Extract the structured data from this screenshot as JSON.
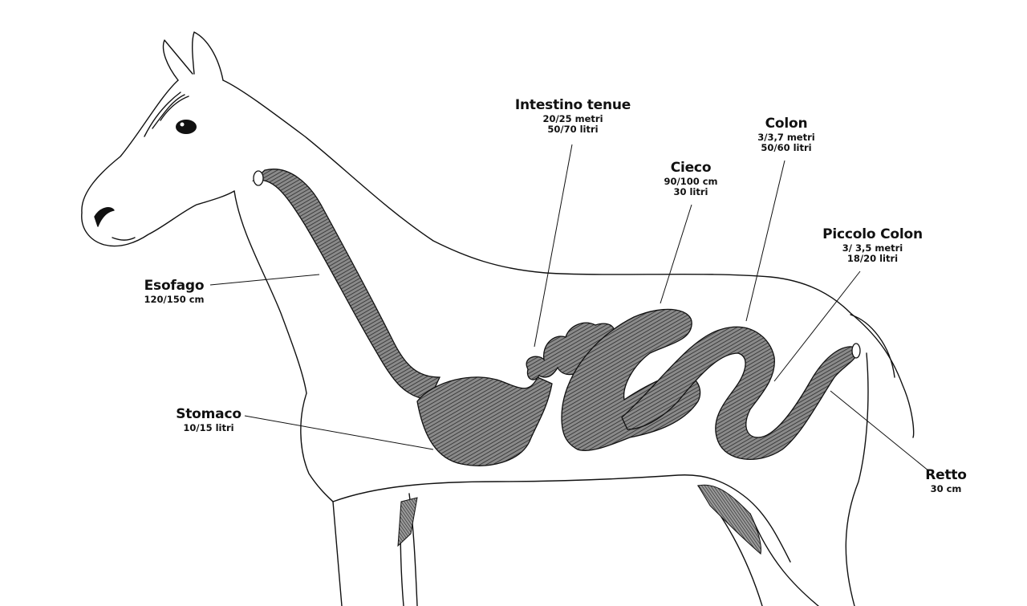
{
  "organs": {
    "esofago": {
      "name": "Esofago",
      "line1": "120/150 cm",
      "line2": ""
    },
    "stomaco": {
      "name": "Stomaco",
      "line1": "10/15 litri",
      "line2": ""
    },
    "intestino": {
      "name": "Intestino tenue",
      "line1": "20/25 metri",
      "line2": "50/70 litri"
    },
    "cieco": {
      "name": "Cieco",
      "line1": "90/100 cm",
      "line2": "30 litri"
    },
    "colon": {
      "name": "Colon",
      "line1": "3/3,7 metri",
      "line2": "50/60 litri"
    },
    "piccolo": {
      "name": "Piccolo Colon",
      "line1": "3/ 3,5 metri",
      "line2": "18/20 litri"
    },
    "retto": {
      "name": "Retto",
      "line1": "30 cm",
      "line2": ""
    }
  },
  "colors": {
    "line": "#111111",
    "organ_fill": "#7a7a7a",
    "background": "#ffffff"
  },
  "illustration": "horse-digestive-system"
}
